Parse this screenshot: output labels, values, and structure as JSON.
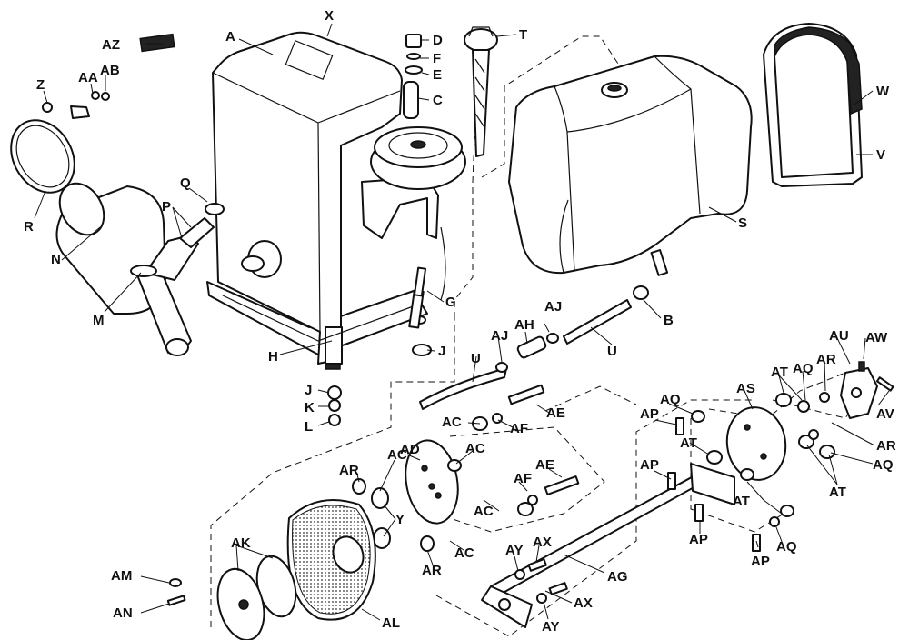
{
  "figure": {
    "labels": {
      "A": "A",
      "X": "X",
      "D": "D",
      "F": "F",
      "E": "E",
      "C": "C",
      "T": "T",
      "W": "W",
      "V": "V",
      "S": "S",
      "AZ": "AZ",
      "Z": "Z",
      "AA": "AA",
      "AB": "AB",
      "R": "R",
      "Q": "Q",
      "P": "P",
      "N": "N",
      "M": "M",
      "G": "G",
      "H": "H",
      "J": "J",
      "K": "K",
      "L": "L",
      "B": "B",
      "U": "U",
      "AJ": "AJ",
      "AH": "AH",
      "AE": "AE",
      "AF": "AF",
      "AC": "AC",
      "AD": "AD",
      "AR": "AR",
      "Y": "Y",
      "AK": "AK",
      "AL": "AL",
      "AM": "AM",
      "AN": "AN",
      "AP": "AP",
      "AQ": "AQ",
      "AT": "AT",
      "AS": "AS",
      "AU": "AU",
      "AW": "AW",
      "AV": "AV",
      "AG": "AG",
      "AY": "AY",
      "AX": "AX"
    }
  }
}
